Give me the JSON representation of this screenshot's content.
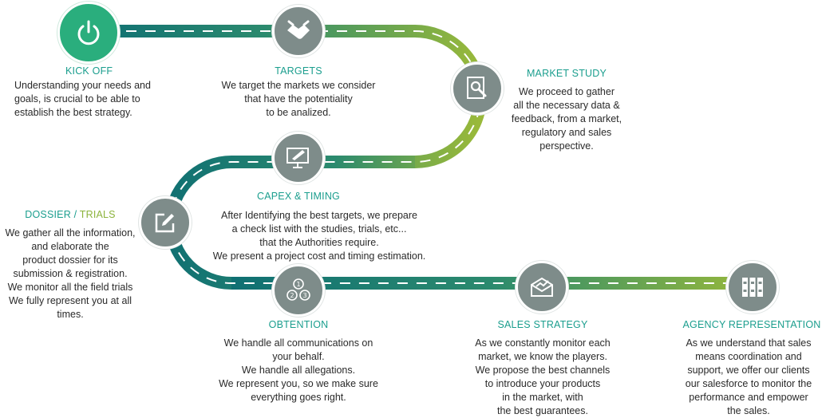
{
  "colors": {
    "teal": "#0f6f73",
    "green": "#99b93a",
    "node_gray": "#7e8c8a",
    "kickoff_green": "#2aae7d",
    "title_teal": "#1b9e8e",
    "title_green": "#8cb33c"
  },
  "steps": [
    {
      "id": "kick_off",
      "title": "KICK OFF",
      "icon": "power-icon",
      "text": "Understanding your needs and\ngoals, is crucial to be able to\nestablish the best strategy."
    },
    {
      "id": "targets",
      "title": "TARGETS",
      "icon": "handshake-icon",
      "text": "We target the markets we consider\nthat have the potentiality\nto be analized."
    },
    {
      "id": "market_study",
      "title": "MARKET STUDY",
      "icon": "document-search-icon",
      "text": "We proceed to gather\nall the necessary data &\nfeedback, from a market,\nregulatory and sales\nperspective."
    },
    {
      "id": "capex",
      "title": "CAPEX & TIMING",
      "icon": "monitor-pen-icon",
      "text": "After Identifying the best targets, we prepare\na check list with the studies, trials, etc...\nthat the Authorities require.\nWe present a project cost and timing estimation."
    },
    {
      "id": "dossier",
      "title_a": "DOSSIER /",
      "title_b": "TRIALS",
      "icon": "edit-icon",
      "text": "We gather all the information,\nand elaborate the\nproduct dossier for its\nsubmission & registration.\nWe monitor all the field trials\nWe fully represent you at all\ntimes."
    },
    {
      "id": "obtention",
      "title": "OBTENTION",
      "icon": "steps-123-icon",
      "text": "We handle all communications on\nyour behalf.\nWe handle all allegations.\nWe represent you, so we make sure\neverything goes right."
    },
    {
      "id": "sales",
      "title": "SALES STRATEGY",
      "icon": "envelope-chart-icon",
      "text": "As we constantly monitor each\nmarket, we know the players.\nWe propose the best channels\nto introduce your products\nin the market, with\nthe best guarantees."
    },
    {
      "id": "agency",
      "title": "AGENCY REPRESENTATION",
      "icon": "binders-icon",
      "text": "As we understand that sales\nmeans coordination and\nsupport, we offer our clients\nour salesforce to monitor the\nperformance and empower\nthe sales."
    }
  ]
}
